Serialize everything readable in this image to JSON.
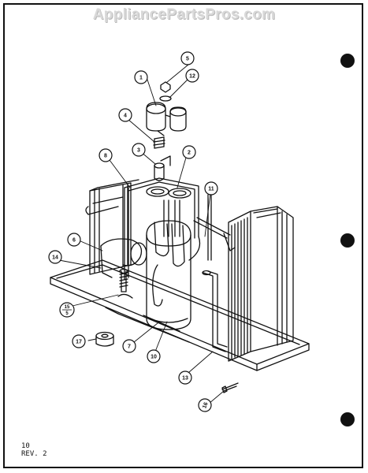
{
  "watermark": "AppliancePartsPros.com",
  "callouts": {
    "c1": "1",
    "c2": "2",
    "c3": "3",
    "c4": "4",
    "c5": "5",
    "c6": "6",
    "c7": "7",
    "c8": "8",
    "c10": "10",
    "c11": "11",
    "c12": "12",
    "c13": "13",
    "c14": "14",
    "c15_top": "15",
    "c15_bottom": "5",
    "c16": "16",
    "c17": "17"
  },
  "footer": {
    "page": "10",
    "rev": "REV. 2"
  }
}
